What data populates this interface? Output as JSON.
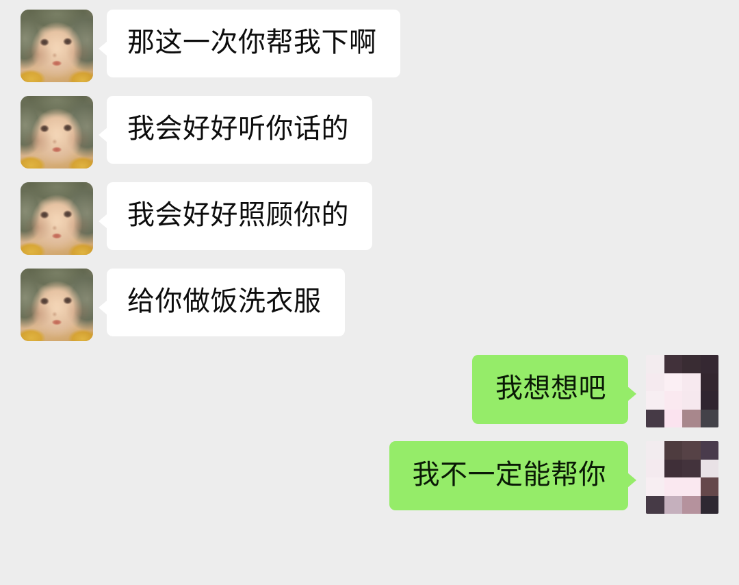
{
  "theme": {
    "background_color": "#ededed",
    "incoming_bubble_color": "#ffffff",
    "outgoing_bubble_color": "#95ec69",
    "incoming_text_color": "#0d0d0d",
    "outgoing_text_color": "#0a1a06"
  },
  "conversation": {
    "messages": [
      {
        "side": "incoming",
        "avatar": "anime-girl-avatar",
        "text": "那这一次你帮我下啊"
      },
      {
        "side": "incoming",
        "avatar": "anime-girl-avatar",
        "text": "我会好好听你话的"
      },
      {
        "side": "incoming",
        "avatar": "anime-girl-avatar",
        "text": "我会好好照顾你的"
      },
      {
        "side": "incoming",
        "avatar": "anime-girl-avatar",
        "text": "给你做饭洗衣服"
      },
      {
        "side": "outgoing",
        "avatar": "mosaic-censored-avatar",
        "text": "我想想吧"
      },
      {
        "side": "outgoing",
        "avatar": "mosaic-censored-avatar",
        "text": "我不一定能帮你"
      }
    ]
  },
  "mosaic_avatars": [
    {
      "name": "mosaic-censored-avatar-1",
      "blocks": [
        "#f3ecef",
        "#41313a",
        "#392c33",
        "#352832",
        "#f5eaef",
        "#fbeff4",
        "#f7e9ef",
        "#33262f",
        "#f7eef2",
        "#fae9f0",
        "#f6e8ee",
        "#302530",
        "#463a46",
        "#fbe3ef",
        "#a8878c",
        "#434249"
      ]
    },
    {
      "name": "mosaic-censored-avatar-2",
      "blocks": [
        "#f2ecef",
        "#4e3c3f",
        "#564246",
        "#493b4c",
        "#f4eaef",
        "#3f2f38",
        "#43333c",
        "#33253208",
        "#f7eef2",
        "#fae8f0",
        "#fae8f0",
        "#65484b",
        "#463a46",
        "#c5b0bd",
        "#b5929d",
        "#2e2832"
      ]
    }
  ]
}
